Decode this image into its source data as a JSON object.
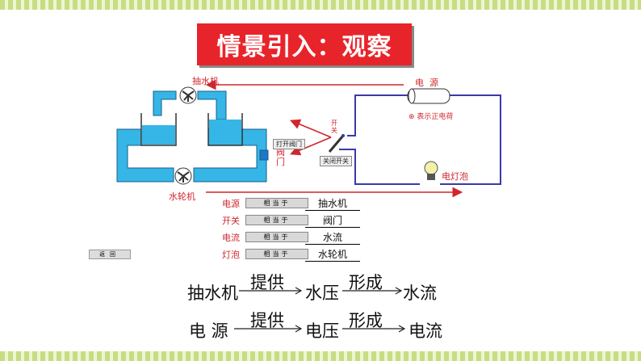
{
  "title": "情景引入：观察",
  "diagram": {
    "pump_label": "抽水机",
    "turbine_label": "水轮机",
    "valve_label": "阀\n门",
    "open_valve_button": "打开阀门",
    "switch_label": "开\n关",
    "close_switch_button": "关闭开关",
    "source_label": "电  源",
    "positive_charge_label": "⊕ 表示正电荷",
    "bulb_label": "电灯泡"
  },
  "equivalents": {
    "button_text": "相当于",
    "rows": [
      {
        "term": "电源",
        "answer": "抽水机"
      },
      {
        "term": "开关",
        "answer": "阀门"
      },
      {
        "term": "电流",
        "answer": "水流"
      },
      {
        "term": "灯泡",
        "answer": "水轮机"
      }
    ]
  },
  "back_button": "返回",
  "flows": [
    {
      "start": "抽水机",
      "verb1": "提供",
      "mid": "水压",
      "verb2": "形成",
      "end": "水流"
    },
    {
      "start": "电 源",
      "verb1": "提供",
      "mid": "电压",
      "verb2": "形成",
      "end": "电流"
    }
  ],
  "colors": {
    "title_bg": "#e8242b",
    "water": "#35b6e6",
    "wire": "#3a3aa8",
    "arrow": "#d0262d"
  }
}
